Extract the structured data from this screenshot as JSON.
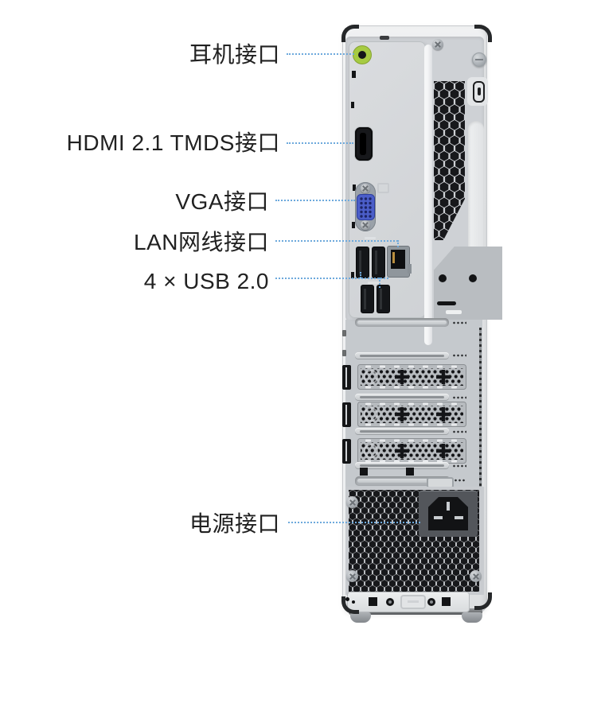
{
  "diagram_title": "",
  "callouts": [
    {
      "id": "headphone",
      "label": "耳机接口",
      "target": "headphone-jack"
    },
    {
      "id": "hdmi",
      "label": "HDMI 2.1 TMDS接口",
      "target": "hdmi-port"
    },
    {
      "id": "vga",
      "label": "VGA接口",
      "target": "vga-port"
    },
    {
      "id": "lan",
      "label": "LAN网线接口",
      "target": "lan-port"
    },
    {
      "id": "usb",
      "label": "4 × USB 2.0",
      "target": "usb-2.0-ports"
    },
    {
      "id": "power",
      "label": "电源接口",
      "target": "power-inlet"
    }
  ],
  "colors": {
    "background": "#ffffff",
    "leader_line": "#6da9dc",
    "label_text": "#212121",
    "case_light": "#e9ebed",
    "panel_gray": "#ced1d5",
    "vent_hole": "#17181b",
    "headphone_ring": "#a6cb42",
    "vga_blue": "#4b5ec9",
    "power_inlet_panel": "#53565b"
  }
}
